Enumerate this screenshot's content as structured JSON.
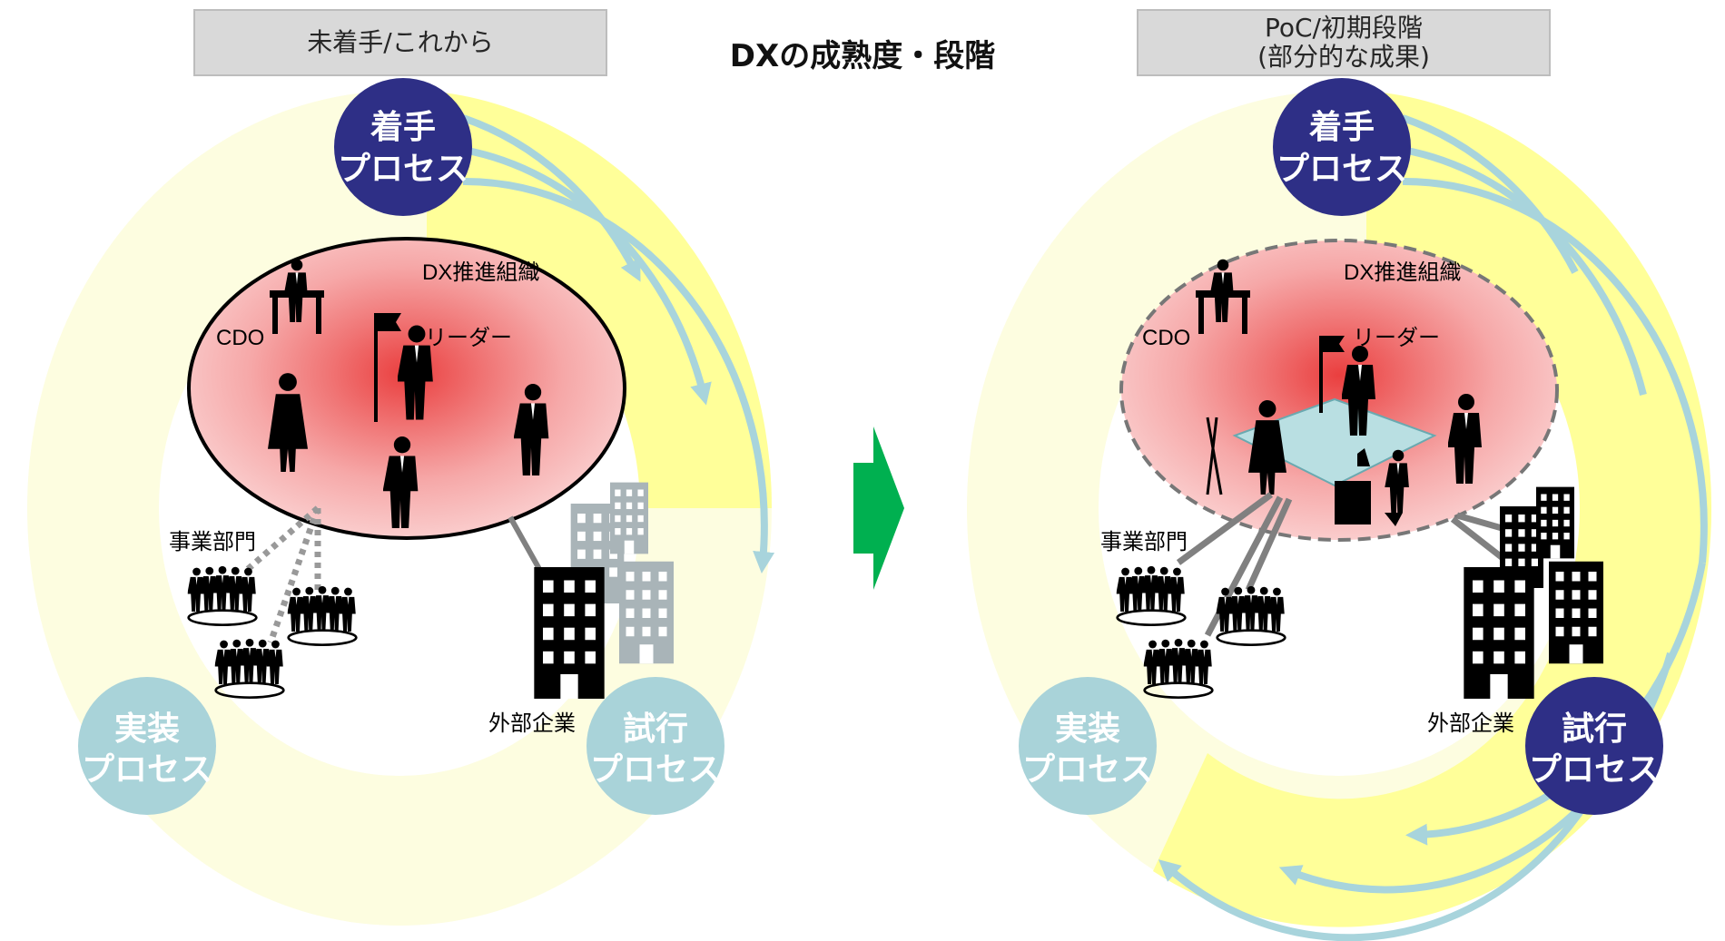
{
  "title": "DXの成熟度・段階",
  "stages": [
    {
      "label_lines": [
        "未着手/これから"
      ],
      "org": "DX推進組織",
      "cdo": "CDO",
      "leader": "リーダー",
      "business": "事業部門",
      "external": "外部企業",
      "process": {
        "start": [
          "着手",
          "プロセス"
        ],
        "trial": [
          "試行",
          "プロセス"
        ],
        "impl": [
          "実装",
          "プロセス"
        ]
      },
      "active_processes": [
        "start"
      ]
    },
    {
      "label_lines": [
        "PoC/初期段階",
        "(部分的な成果)"
      ],
      "org": "DX推進組織",
      "cdo": "CDO",
      "leader": "リーダー",
      "business": "事業部門",
      "external": "外部企業",
      "process": {
        "start": [
          "着手",
          "プロセス"
        ],
        "trial": [
          "試行",
          "プロセス"
        ],
        "impl": [
          "実装",
          "プロセス"
        ]
      },
      "active_processes": [
        "start",
        "trial"
      ]
    }
  ],
  "colors": {
    "ring": "#fdfde0",
    "ring_active": "#ffff99",
    "arrow": "#a8d4dc",
    "process_active": "#2e2f86",
    "process_inactive": "#a9d3d9",
    "org_fill": "#f5b7b7",
    "org_core": "#ef4a4a",
    "transition_arrow": "#00b050",
    "label_bg": "#d9d9d9"
  }
}
